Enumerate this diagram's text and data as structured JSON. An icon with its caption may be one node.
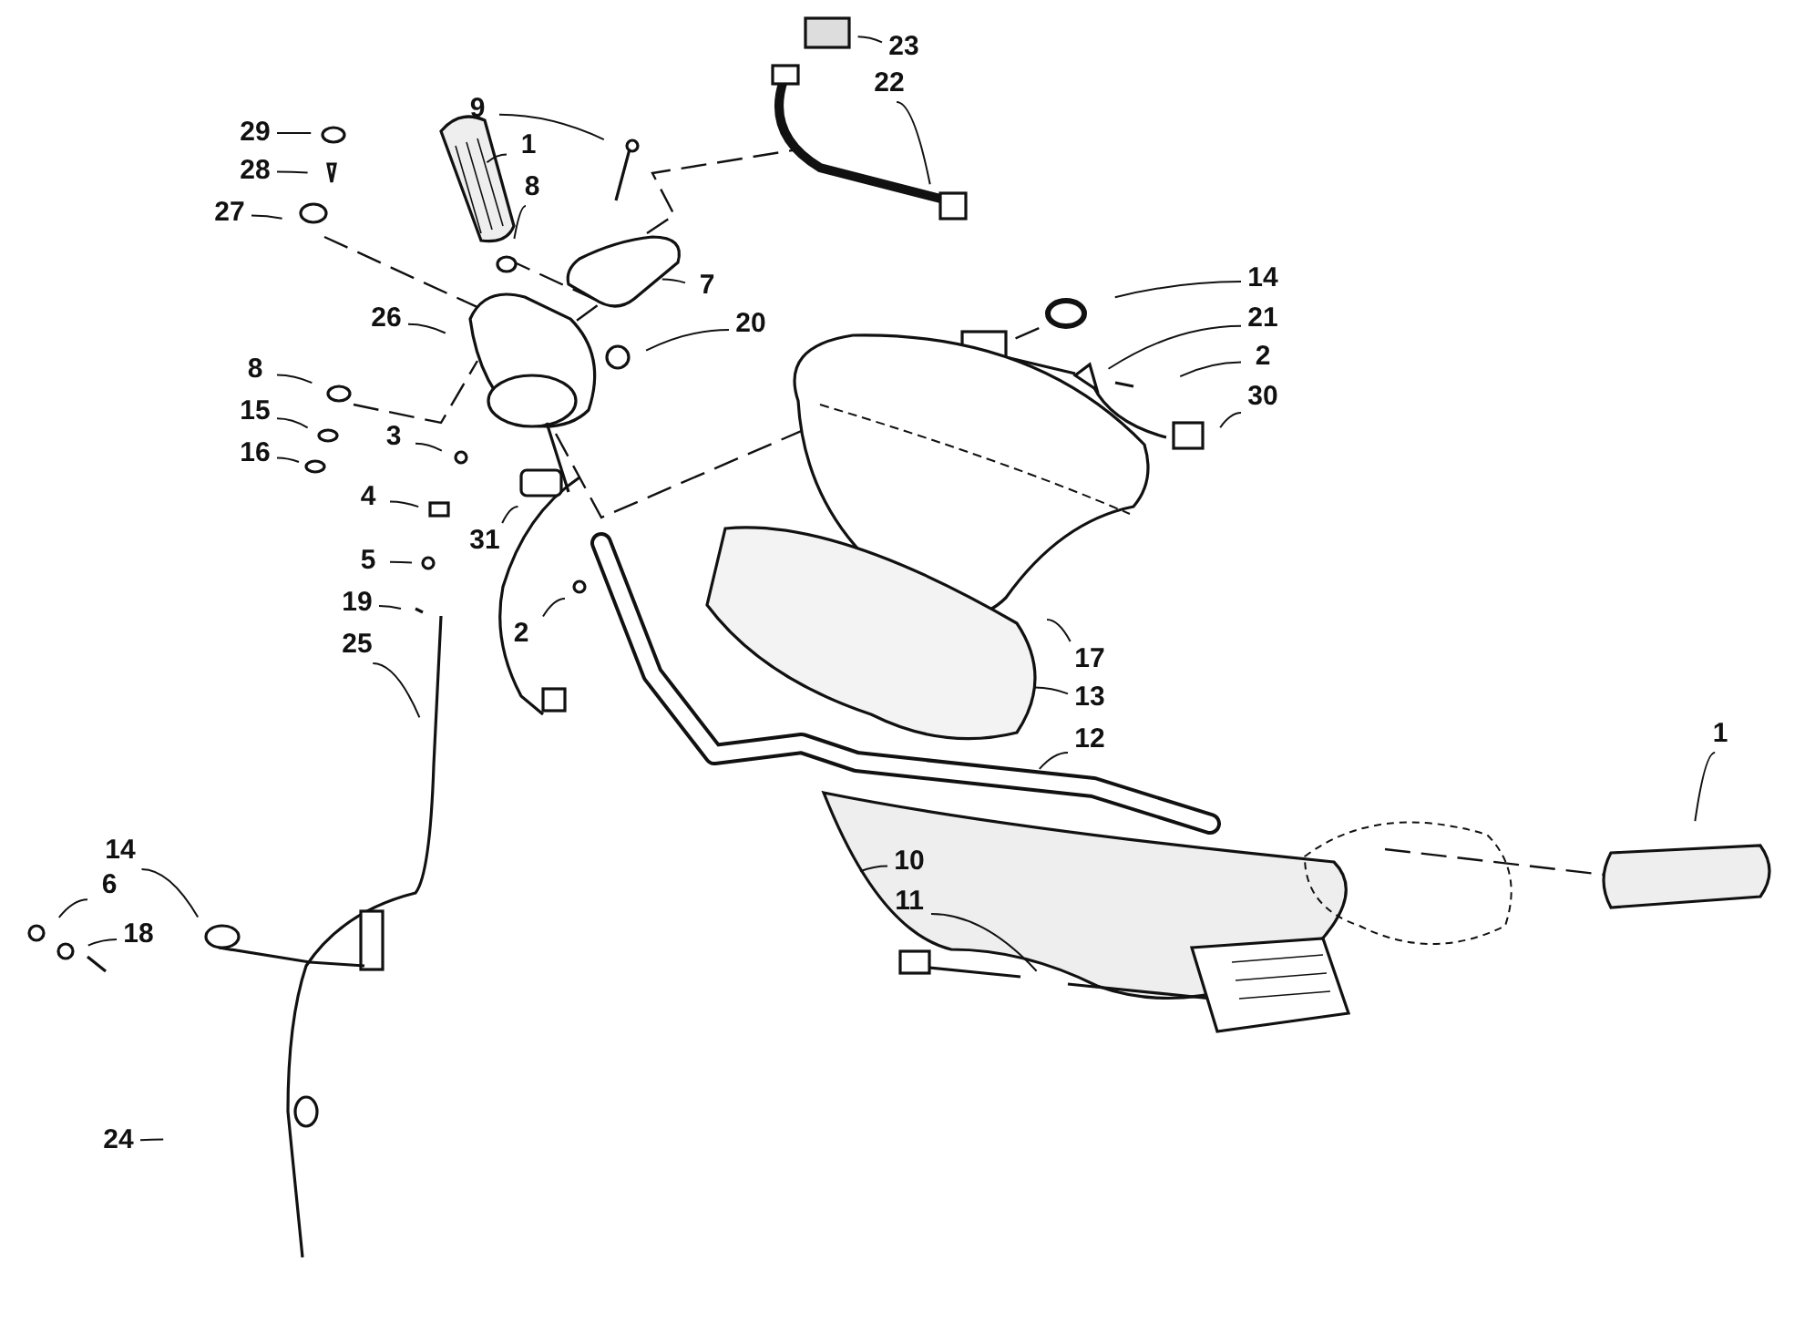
{
  "diagram": {
    "nodes": [
      {
        "text": [
          "29"
        ]
      },
      {
        "text": [
          "28"
        ]
      },
      {
        "text": [
          "27"
        ]
      },
      {
        "text": [
          "1"
        ]
      },
      {
        "text": [
          "9"
        ]
      },
      {
        "text": [
          "8"
        ]
      },
      {
        "text": [
          "7"
        ]
      },
      {
        "text": [
          "20"
        ]
      },
      {
        "text": [
          "26"
        ]
      },
      {
        "text": [
          "8"
        ]
      },
      {
        "text": [
          "15"
        ]
      },
      {
        "text": [
          "16"
        ]
      },
      {
        "text": [
          "3"
        ]
      },
      {
        "text": [
          "4"
        ]
      },
      {
        "text": [
          "5"
        ]
      },
      {
        "text": [
          "19"
        ]
      },
      {
        "text": [
          "25"
        ]
      },
      {
        "text": [
          "31"
        ]
      },
      {
        "text": [
          "2"
        ]
      },
      {
        "text": [
          "23"
        ]
      },
      {
        "text": [
          "22"
        ]
      },
      {
        "text": [
          "14"
        ]
      },
      {
        "text": [
          "21"
        ]
      },
      {
        "text": [
          "2"
        ]
      },
      {
        "text": [
          "30"
        ]
      },
      {
        "text": [
          "17"
        ]
      },
      {
        "text": [
          "13"
        ]
      },
      {
        "text": [
          "12"
        ]
      },
      {
        "text": [
          "1"
        ]
      },
      {
        "text": [
          "10"
        ]
      },
      {
        "text": [
          "11"
        ]
      },
      {
        "text": [
          "14"
        ]
      },
      {
        "text": [
          "6"
        ]
      },
      {
        "text": [
          "18"
        ]
      },
      {
        "text": [
          "24"
        ]
      }
    ],
    "edges": [
      {
        "from": 0,
        "to": null,
        "arrow": "none"
      },
      {
        "from": 1,
        "to": null,
        "arrow": "none"
      },
      {
        "from": 2,
        "to": null,
        "arrow": "none"
      },
      {
        "from": 3,
        "to": null,
        "arrow": "none"
      },
      {
        "from": 4,
        "to": null,
        "arrow": "none"
      },
      {
        "from": 5,
        "to": null,
        "arrow": "none"
      },
      {
        "from": 6,
        "to": null,
        "arrow": "none"
      },
      {
        "from": 7,
        "to": null,
        "arrow": "none"
      },
      {
        "from": 8,
        "to": null,
        "arrow": "none"
      },
      {
        "from": 9,
        "to": null,
        "arrow": "none"
      },
      {
        "from": 10,
        "to": null,
        "arrow": "none"
      },
      {
        "from": 11,
        "to": null,
        "arrow": "none"
      },
      {
        "from": 12,
        "to": null,
        "arrow": "none"
      },
      {
        "from": 13,
        "to": null,
        "arrow": "none"
      },
      {
        "from": 14,
        "to": null,
        "arrow": "none"
      },
      {
        "from": 15,
        "to": null,
        "arrow": "none"
      },
      {
        "from": 16,
        "to": null,
        "arrow": "none"
      },
      {
        "from": 17,
        "to": null,
        "arrow": "none"
      },
      {
        "from": 18,
        "to": null,
        "arrow": "none"
      },
      {
        "from": 19,
        "to": null,
        "arrow": "none"
      },
      {
        "from": 20,
        "to": null,
        "arrow": "none"
      },
      {
        "from": 21,
        "to": null,
        "arrow": "none"
      },
      {
        "from": 22,
        "to": null,
        "arrow": "none"
      },
      {
        "from": 23,
        "to": null,
        "arrow": "none"
      },
      {
        "from": 24,
        "to": null,
        "arrow": "none"
      },
      {
        "from": 25,
        "to": null,
        "arrow": "none"
      },
      {
        "from": 26,
        "to": null,
        "arrow": "none"
      },
      {
        "from": 27,
        "to": null,
        "arrow": "none"
      },
      {
        "from": 28,
        "to": null,
        "arrow": "none"
      },
      {
        "from": 29,
        "to": null,
        "arrow": "none"
      },
      {
        "from": 30,
        "to": null,
        "arrow": "none"
      },
      {
        "from": 31,
        "to": null,
        "arrow": "none"
      },
      {
        "from": 32,
        "to": null,
        "arrow": "none"
      },
      {
        "from": 33,
        "to": null,
        "arrow": "none"
      },
      {
        "from": 34,
        "to": null,
        "arrow": "none"
      }
    ]
  }
}
